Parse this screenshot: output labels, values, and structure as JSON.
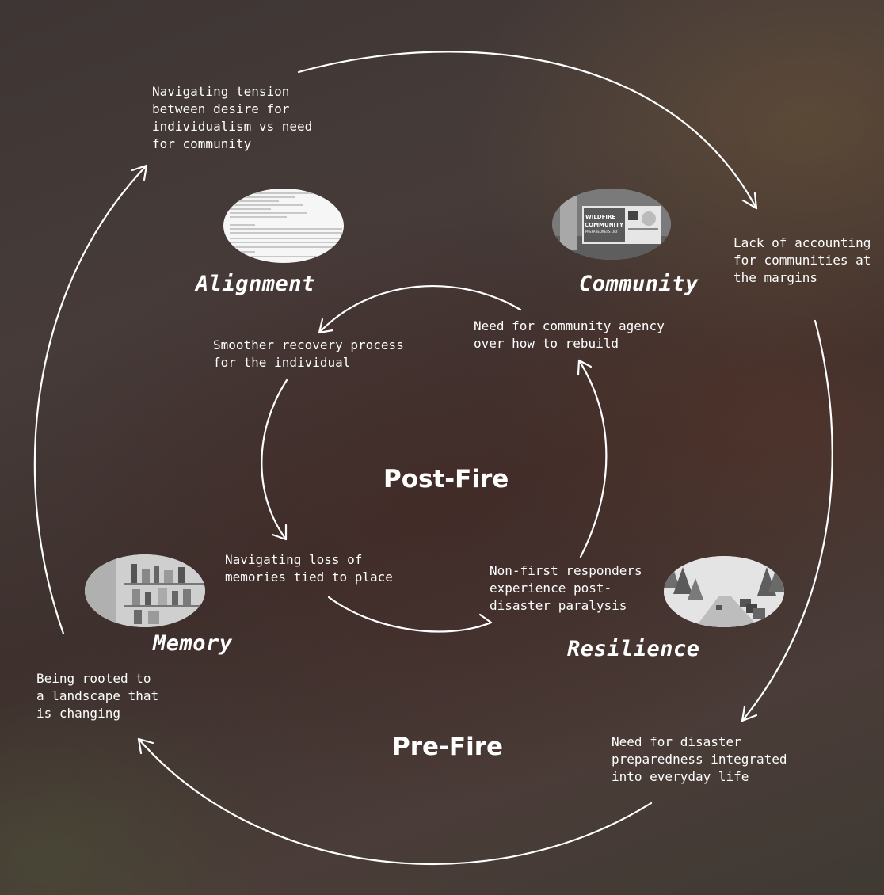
{
  "phases": {
    "post_fire": "Post-Fire",
    "pre_fire": "Pre-Fire"
  },
  "themes": {
    "alignment": "Alignment",
    "community": "Community",
    "memory": "Memory",
    "resilience": "Resilience"
  },
  "outer_notes": {
    "individualism": "Navigating tension\nbetween desire for\nindividualism vs need\nfor community",
    "margins": "Lack of accounting\nfor communities at\nthe margins",
    "preparedness": "Need for disaster\npreparedness integrated\ninto everyday life",
    "landscape": "Being rooted to\na landscape that\nis changing"
  },
  "inner_notes": {
    "recovery": "Smoother recovery process\nfor the individual",
    "agency": "Need for community agency\nover how to rebuild",
    "memories": "Navigating loss of\nmemories tied to place",
    "paralysis": "Non-first responders\nexperience post-\ndisaster paralysis"
  },
  "images": {
    "community_sign": {
      "line1": "WILDFIRE",
      "line2": "COMMUNITY",
      "line3": "PREPAREDNESS DAY"
    }
  },
  "colors": {
    "text": "#ffffff",
    "arrow": "#ffffff"
  }
}
